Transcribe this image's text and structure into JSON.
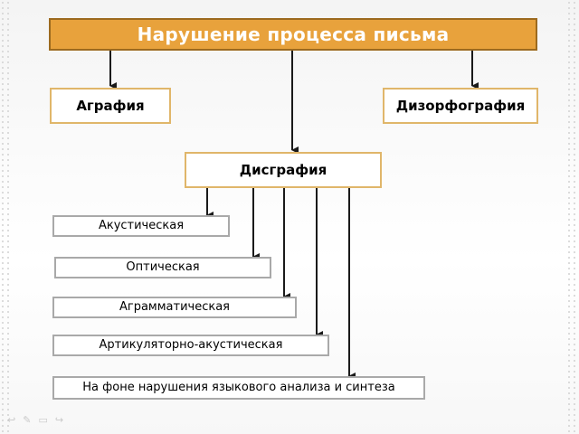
{
  "title": "Нарушение процесса письма",
  "level1": {
    "left": "Аграфия",
    "right": "Дизорфография",
    "center": "Дисграфия"
  },
  "types": [
    "Акустическая",
    "Оптическая",
    "Аграмматическая",
    "Артикуляторно-акустическая",
    "На фоне нарушения языкового анализа и синтеза"
  ],
  "nav_icons": [
    "arrow-left-icon",
    "pen-icon",
    "screen-icon",
    "arrow-right-icon"
  ],
  "colors": {
    "title_fill": "#e8a23c",
    "title_border": "#9c6a1f",
    "main_border": "#e0b66a",
    "sub_border": "#a9a9a9",
    "arrow": "#1a1a1a"
  }
}
